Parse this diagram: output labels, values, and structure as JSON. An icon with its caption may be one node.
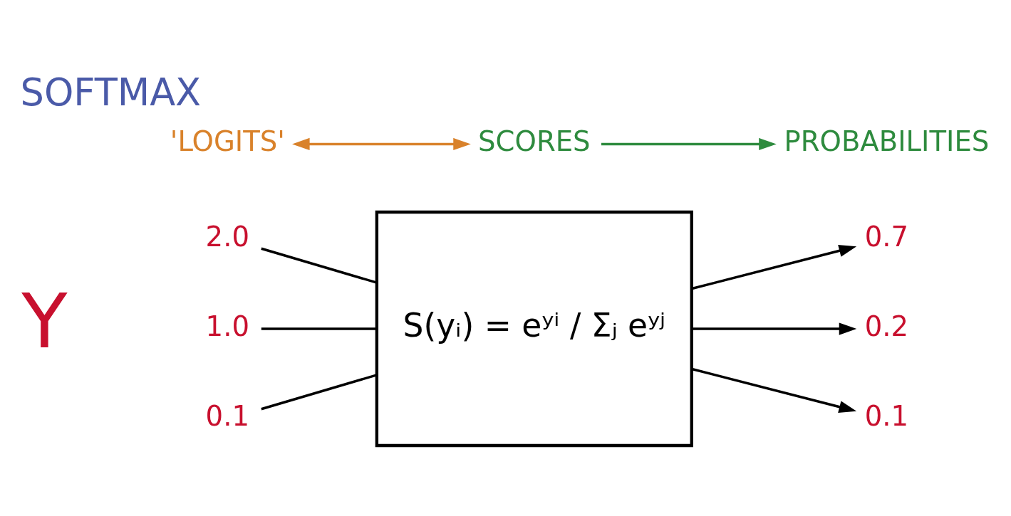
{
  "diagram": {
    "title": "SOFTMAX",
    "nodes": [
      {
        "text": [
          "2.0"
        ]
      },
      {
        "text": [
          "1.0"
        ]
      },
      {
        "text": [
          "0.1"
        ]
      },
      {
        "text": [
          "S(yᵢ) = eʸⁱ / Σⱼ eʸʲ"
        ]
      },
      {
        "text": [
          "0.7"
        ]
      },
      {
        "text": [
          "0.2"
        ]
      },
      {
        "text": [
          "0.1"
        ]
      },
      {
        "text": [
          "'LOGITS'"
        ]
      },
      {
        "text": [
          "SCORES"
        ]
      },
      {
        "text": [
          "PROBABILITIES"
        ]
      }
    ],
    "edges": [
      {
        "from": 0,
        "to": 3,
        "arrow": "none"
      },
      {
        "from": 1,
        "to": 3,
        "arrow": "none"
      },
      {
        "from": 2,
        "to": 3,
        "arrow": "none"
      },
      {
        "from": 3,
        "to": 4,
        "arrow": "to"
      },
      {
        "from": 3,
        "to": 5,
        "arrow": "to"
      },
      {
        "from": 3,
        "to": 6,
        "arrow": "to"
      },
      {
        "from": 7,
        "to": 8,
        "arrow": "both",
        "color": "#d9822b"
      },
      {
        "from": 8,
        "to": 9,
        "arrow": "to",
        "color": "#2e8b3e"
      }
    ],
    "labels": [
      "Y"
    ]
  }
}
